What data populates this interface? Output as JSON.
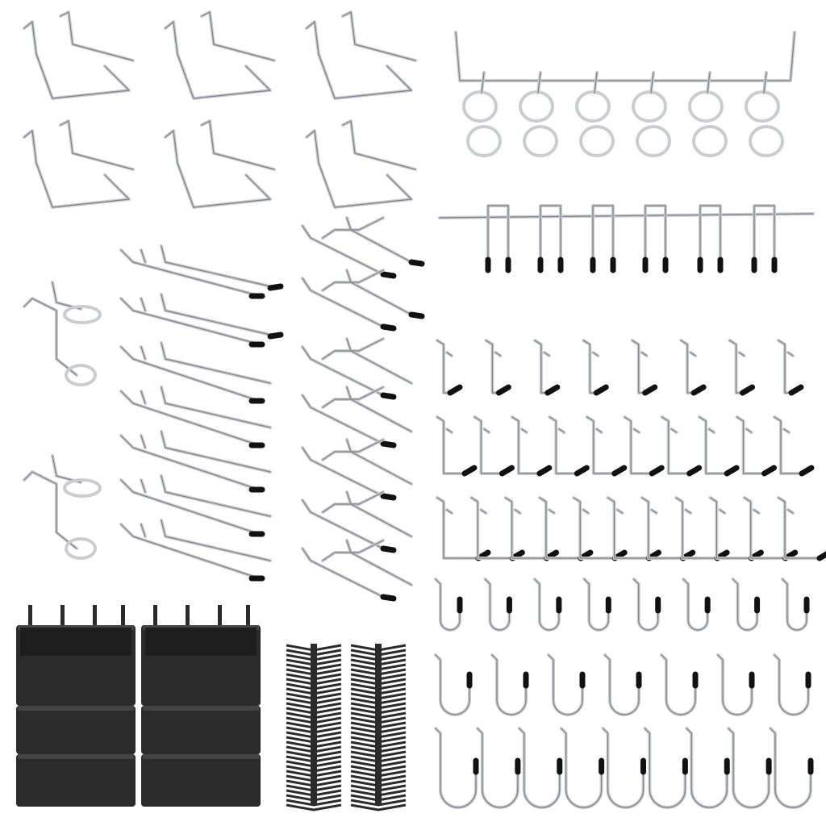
{
  "product": {
    "colors": {
      "metal": "#c9ccd1",
      "metal_dark": "#7d8288",
      "plastic": "#2b2b2b",
      "tip": "#111111",
      "background": "#ffffff"
    },
    "groups": [
      {
        "kind": "u-hook",
        "count": 6
      },
      {
        "kind": "loop-hook-rack",
        "count": 6
      },
      {
        "kind": "u-hook-rack-with-tips",
        "count": 6
      },
      {
        "kind": "ring-holder",
        "count": 2
      },
      {
        "kind": "long-straight-hook",
        "count": 7
      },
      {
        "kind": "double-prong-hook",
        "count": 7
      },
      {
        "kind": "short-l-hook",
        "count": 8
      },
      {
        "kind": "medium-l-hook",
        "count": 10
      },
      {
        "kind": "long-l-hook",
        "count": 11
      },
      {
        "kind": "small-j-hook",
        "count": 8
      },
      {
        "kind": "medium-j-hook",
        "count": 7
      },
      {
        "kind": "large-j-hook",
        "count": 9
      },
      {
        "kind": "storage-bin",
        "count": 6
      },
      {
        "kind": "peg-lock-strip",
        "count": 2
      }
    ]
  }
}
